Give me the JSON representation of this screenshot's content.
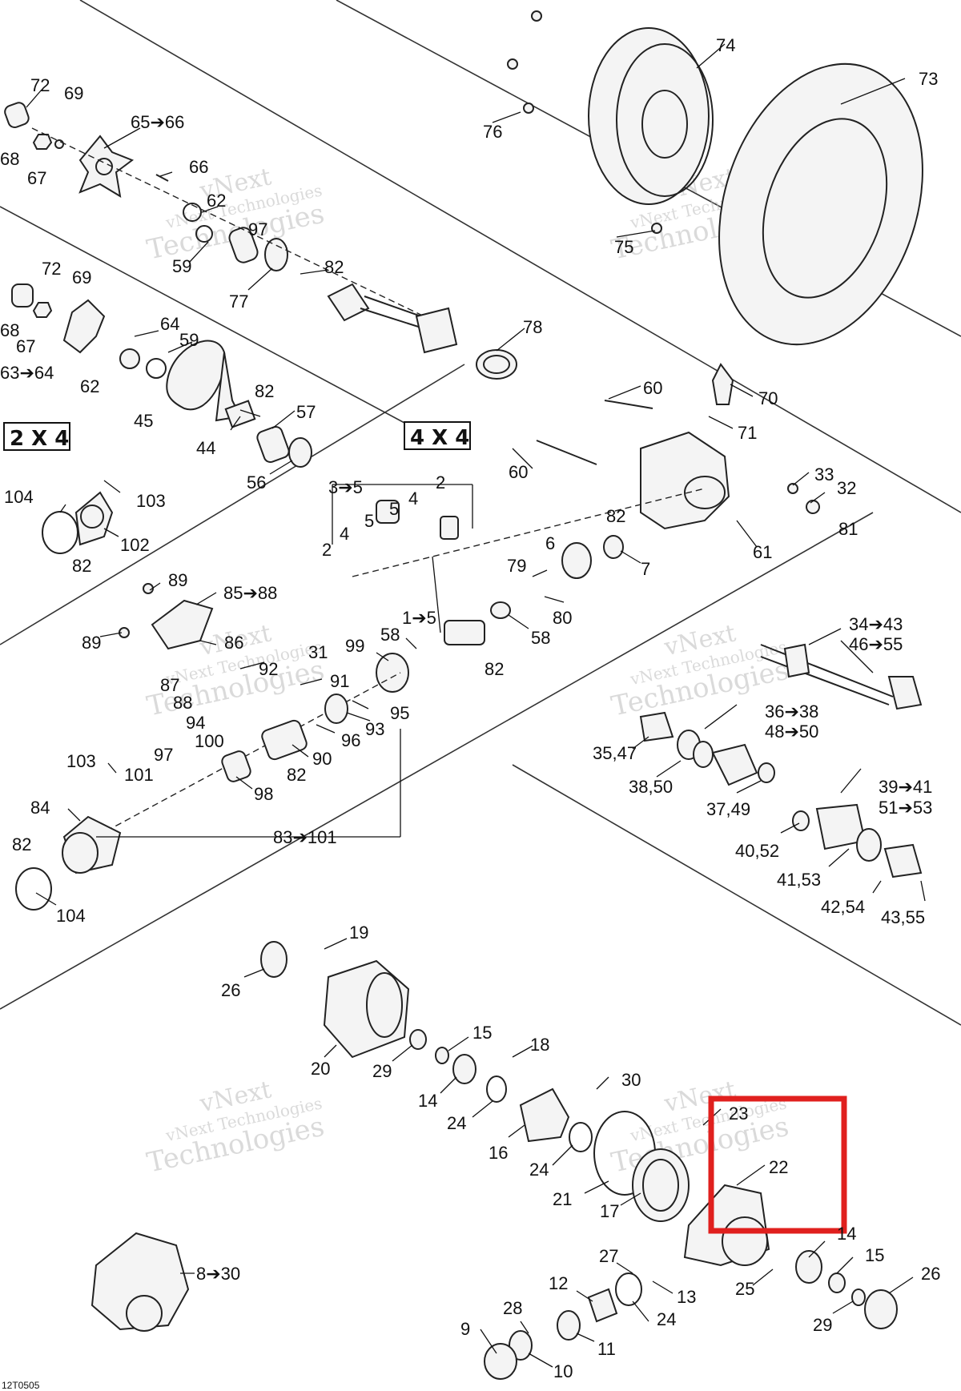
{
  "boxes": {
    "two_by_four": "2 X 4",
    "four_by_four": "4 X 4"
  },
  "watermark": {
    "brand": "vNext",
    "line1": "vNext Technologies",
    "line2": "Technologies"
  },
  "drawing_code": "12T0505",
  "highlight": {
    "color": "#e0201e",
    "target_label": "22"
  },
  "callouts": {
    "c72a": "72",
    "c69a": "69",
    "c65_66": "65➔66",
    "c68a": "68",
    "c67a": "67",
    "c66": "66",
    "c62a": "62",
    "c97b": "97",
    "c59a": "59",
    "c77": "77",
    "c82a": "82",
    "c72b": "72",
    "c69b": "69",
    "c68b": "68",
    "c67b": "67",
    "c63_64": "63➔64",
    "c62b": "62",
    "c64": "64",
    "c59b": "59",
    "c45": "45",
    "c82b": "82",
    "c57": "57",
    "c44": "44",
    "c56": "56",
    "c74": "74",
    "c73": "73",
    "c76": "76",
    "c75": "75",
    "c78": "78",
    "c60a": "60",
    "c70": "70",
    "c71": "71",
    "c60b": "60",
    "c33": "33",
    "c32": "32",
    "c81": "81",
    "c61": "61",
    "c82c": "82",
    "c6": "6",
    "c7": "7",
    "c3_5": "3➔5",
    "c2a": "2",
    "c4a": "4",
    "c5a": "5",
    "c5b": "5",
    "c4b": "4",
    "c2b": "2",
    "c79": "79",
    "c80": "80",
    "c1_5": "1➔5",
    "c58a": "58",
    "c58b": "58",
    "c82d": "82",
    "c99": "99",
    "c104a": "104",
    "c103a": "103",
    "c102": "102",
    "c82e": "82",
    "c89a": "89",
    "c85_88": "85➔88",
    "c89b": "89",
    "c86": "86",
    "c31": "31",
    "c92": "92",
    "c87": "87",
    "c91": "91",
    "c88": "88",
    "c94": "94",
    "c95": "95",
    "c100": "100",
    "c93": "93",
    "c96": "96",
    "c90": "90",
    "c103b": "103",
    "c97": "97",
    "c101": "101",
    "c82f": "82",
    "c98": "98",
    "c84": "84",
    "c82g": "82",
    "c83_101": "83➔101",
    "c104b": "104",
    "c34_43": "34➔43",
    "c46_55": "46➔55",
    "c36_38": "36➔38",
    "c48_50": "48➔50",
    "c35_47": "35,47",
    "c38_50": "38,50",
    "c37_49": "37,49",
    "c39_41": "39➔41",
    "c51_53": "51➔53",
    "c40_52": "40,52",
    "c41_53": "41,53",
    "c42_54": "42,54",
    "c43_55": "43,55",
    "c19": "19",
    "c26a": "26",
    "c20": "20",
    "c29a": "29",
    "c15a": "15",
    "c18": "18",
    "c14a": "14",
    "c30": "30",
    "c24a": "24",
    "c16": "16",
    "c23": "23",
    "c24b": "24",
    "c22": "22",
    "c21": "21",
    "c17": "17",
    "c14b": "14",
    "c15b": "15",
    "c26b": "26",
    "c27": "27",
    "c13": "13",
    "c25": "25",
    "c12": "12",
    "c8_30": "8➔30",
    "c24c": "24",
    "c28": "28",
    "c9": "9",
    "c11": "11",
    "c29b": "29",
    "c10": "10"
  }
}
